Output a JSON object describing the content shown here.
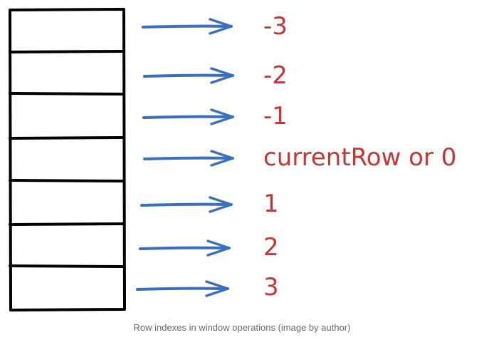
{
  "rows": [
    {
      "label": "-3"
    },
    {
      "label": "-2"
    },
    {
      "label": "-1"
    },
    {
      "label": "currentRow or 0"
    },
    {
      "label": "1"
    },
    {
      "label": "2"
    },
    {
      "label": "3"
    }
  ],
  "caption": "Row indexes in window operations (image by author)",
  "colors": {
    "box_stroke": "#000000",
    "arrow": "#3a6fbf",
    "label": "#c93434",
    "caption": "#6b6b6b"
  }
}
